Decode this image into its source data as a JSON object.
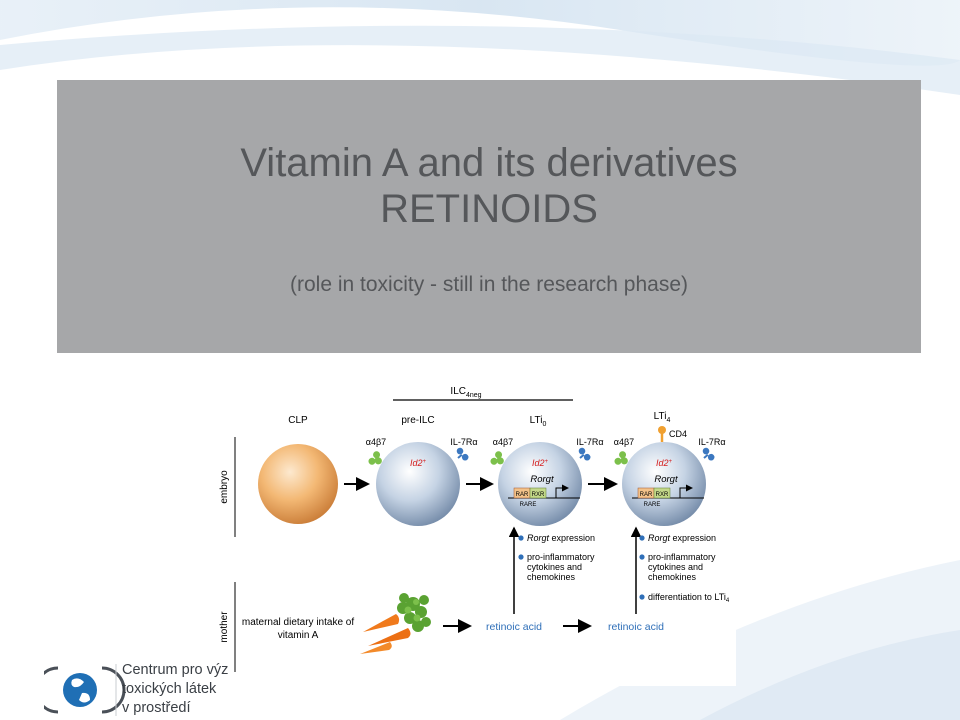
{
  "slide": {
    "title_line1": "Vitamin A and its derivatives",
    "title_line2": "RETINOIDS",
    "subtitle": "(role in toxicity - still in the research phase)"
  },
  "figure": {
    "row_labels": {
      "embryo": "embryo",
      "mother": "mother"
    },
    "ilc_header": "ILC",
    "ilc_sub": "4neg",
    "stages": {
      "clp": "CLP",
      "pre_ilc": "pre-ILC",
      "lti0": "LTi",
      "lti0_sub": "0",
      "lti4": "LTi",
      "lti4_sub": "4"
    },
    "receptors": {
      "a4b7": "α4β7",
      "il7r": "IL-7Rα",
      "cd4": "CD4"
    },
    "genes": {
      "id2": "Id2",
      "id2_plus": "+",
      "rorgt": "Rorgt",
      "rar": "RAR",
      "rxr": "RXR",
      "rare": "RARE"
    },
    "effects_lti0": {
      "rorgt_gene": "Rorgt",
      "rorgt_word": " expression",
      "inflam_1": "pro-inflammatory",
      "inflam_2": "cytokines and",
      "inflam_3": "chemokines"
    },
    "effects_lti4": {
      "rorgt_gene": "Rorgt",
      "rorgt_word": " expression",
      "inflam_1": "pro-inflammatory",
      "inflam_2": "cytokines and",
      "inflam_3": "chemokines",
      "diff": "differentiation to LTi",
      "diff_sub": "4"
    },
    "mother": {
      "intake_1": "maternal dietary intake of",
      "intake_2": "vitamin A",
      "ra_1": "retinoic acid",
      "ra_2": "retinoic acid"
    }
  },
  "logo": {
    "line1": "Centrum pro výz",
    "line2": "toxických látek",
    "line3": "v prostředí"
  },
  "colors": {
    "title_box": "#a6a7a9",
    "title_text": "#55575a",
    "orange_cell": "#f0b26a",
    "blue_cell": "#b8c8dc",
    "receptor_green": "#7cc04b",
    "receptor_blue": "#3c78c0",
    "cd4_orange": "#f0a030",
    "id2_red": "#d42020",
    "retinoic_blue": "#2f6fb8",
    "logo_blue": "#1f6fb5"
  }
}
